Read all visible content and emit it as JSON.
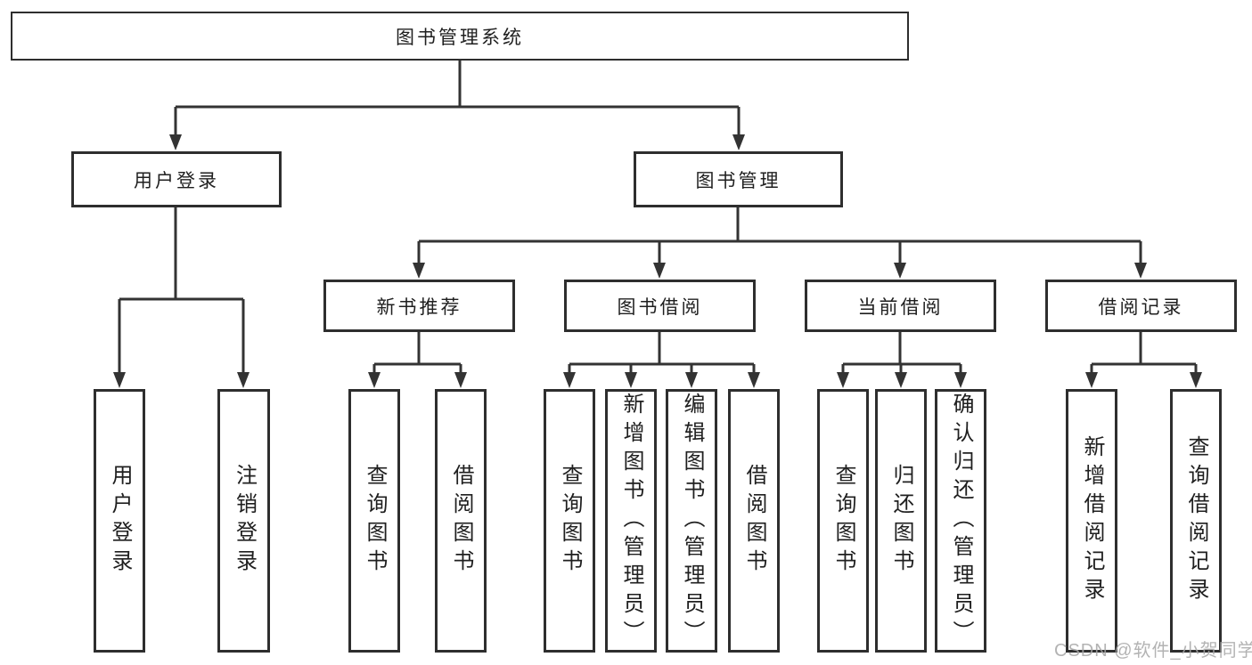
{
  "diagram": {
    "root": {
      "label": "图书管理系统"
    },
    "branches": [
      {
        "label": "用户登录",
        "children": [
          {
            "label": "用户登录"
          },
          {
            "label": "注销登录"
          }
        ]
      },
      {
        "label": "图书管理",
        "children": [
          {
            "label": "新书推荐",
            "children": [
              {
                "label": "查询图书"
              },
              {
                "label": "借阅图书"
              }
            ]
          },
          {
            "label": "图书借阅",
            "children": [
              {
                "label": "查询图书"
              },
              {
                "label": "新增图书（管理员）"
              },
              {
                "label": "编辑图书（管理员）"
              },
              {
                "label": "借阅图书"
              }
            ]
          },
          {
            "label": "当前借阅",
            "children": [
              {
                "label": "查询图书"
              },
              {
                "label": "归还图书"
              },
              {
                "label": "确认归还（管理员）"
              }
            ]
          },
          {
            "label": "借阅记录",
            "children": [
              {
                "label": "新增借阅记录"
              },
              {
                "label": "查询借阅记录"
              }
            ]
          }
        ]
      }
    ]
  },
  "watermark": {
    "text": "CSDN @软件_小贺同学"
  },
  "colors": {
    "line": "#333333",
    "box_border": "#2e2e2e",
    "text": "#1f1f1f",
    "watermark": "#a6a6a6",
    "background": "#ffffff"
  }
}
